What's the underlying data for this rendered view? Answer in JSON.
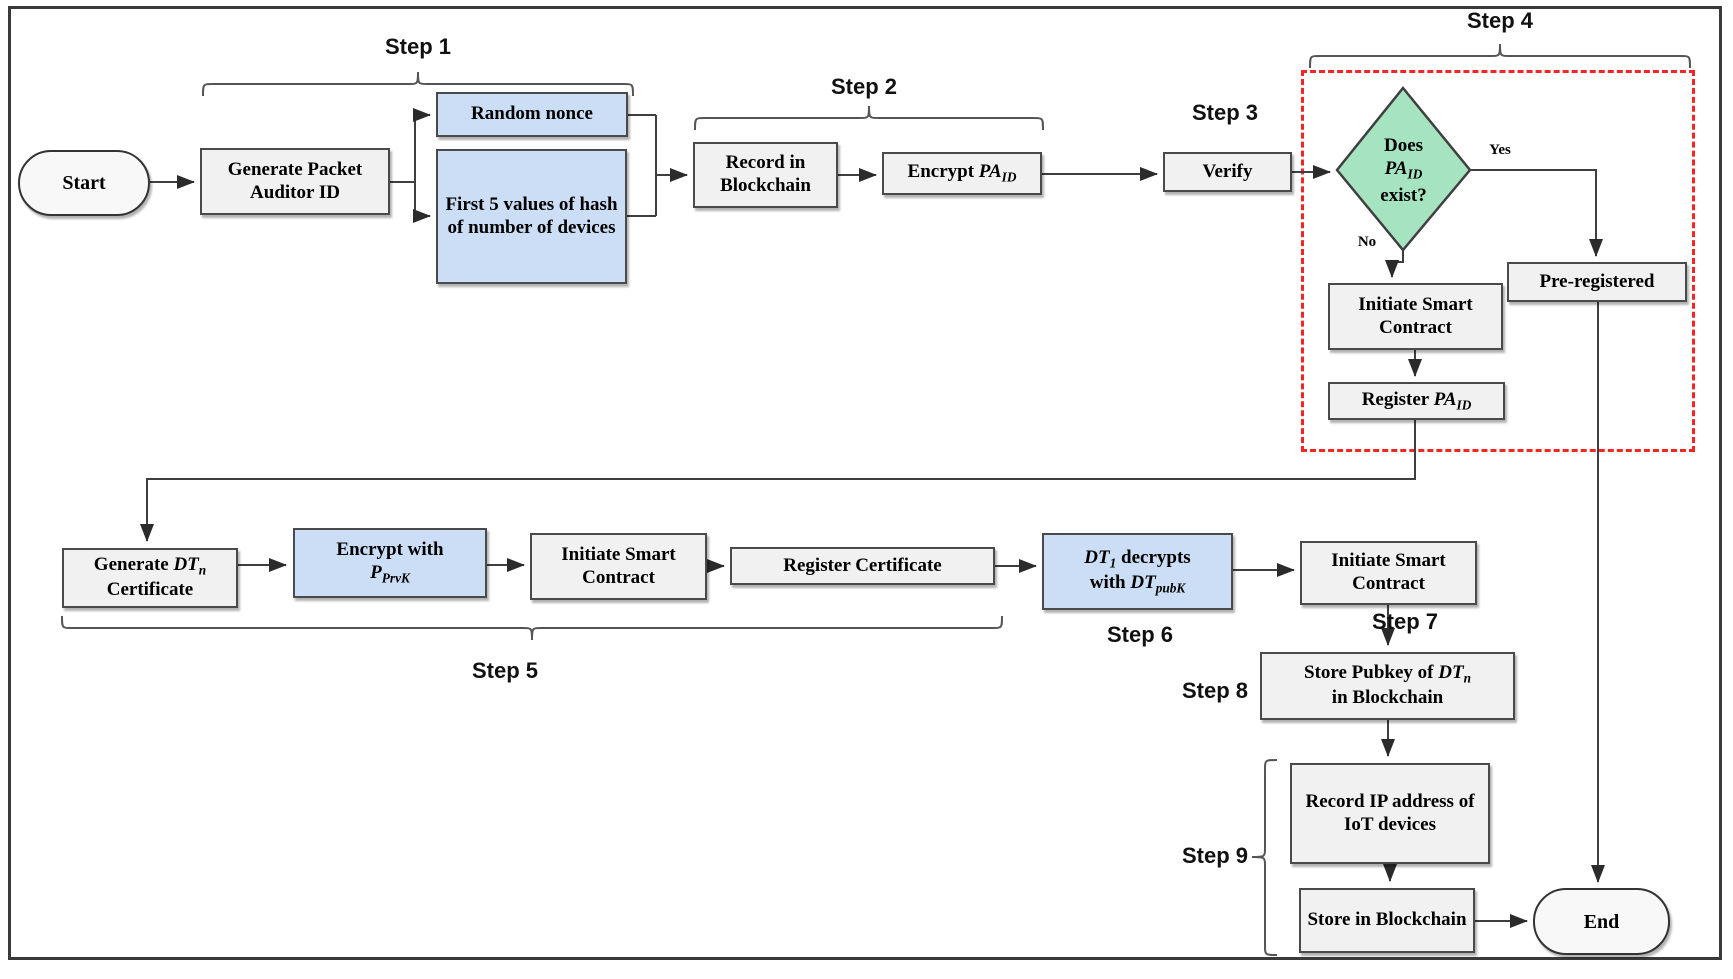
{
  "diagram": {
    "type": "flowchart",
    "colors": {
      "process_fill": "#f1f1f1",
      "emphasis_fill": "#cbdef5",
      "decision_fill": "#a6e4c1",
      "dashed_region_border": "#f42525",
      "node_border": "#4a4a4a",
      "line": "#3f3f3f"
    },
    "steps": {
      "s1": "Step 1",
      "s2": "Step 2",
      "s3": "Step 3",
      "s4": "Step 4",
      "s5": "Step 5",
      "s6": "Step 6",
      "s7": "Step 7",
      "s8": "Step 8",
      "s9": "Step 9"
    },
    "edge_labels": {
      "yes": "Yes",
      "no": "No"
    },
    "nodes": {
      "start": "Start",
      "generate_pa": "Generate Packet Auditor ID",
      "random_nonce": "Random nonce",
      "first_five": "First 5 values of hash of number of devices",
      "record_blockchain": "Record in Blockchain",
      "verify": "Verify",
      "pre_registered": "Pre-registered",
      "initiate_smart_contract": "Initiate Smart Contract",
      "register_certificate": "Register Certificate",
      "record_ip": "Record IP address of IoT devices",
      "store_in_blockchain": "Store in Blockchain",
      "end": "End"
    },
    "rich_nodes": {
      "encrypt_pa": [
        {
          "t": "Encrypt "
        },
        {
          "t": "PA",
          "v": true
        },
        {
          "t": "ID",
          "s": true
        }
      ],
      "decision": [
        {
          "t": "Does"
        },
        {
          "br": true
        },
        {
          "t": "PA",
          "v": true
        },
        {
          "t": "ID",
          "s": true
        },
        {
          "br": true
        },
        {
          "t": "exist?"
        }
      ],
      "register_pa": [
        {
          "t": "Register "
        },
        {
          "t": "PA",
          "v": true
        },
        {
          "t": "ID",
          "s": true
        }
      ],
      "generate_dt": [
        {
          "t": "Generate "
        },
        {
          "t": "DT",
          "v": true
        },
        {
          "t": "n",
          "s": true
        },
        {
          "br": true
        },
        {
          "t": "Certificate"
        }
      ],
      "encrypt_prvk": [
        {
          "t": "Encrypt with"
        },
        {
          "br": true
        },
        {
          "t": "P",
          "v": true
        },
        {
          "t": "PrvK",
          "s": true
        }
      ],
      "dt1_decrypts": [
        {
          "t": "DT",
          "v": true
        },
        {
          "t": "1",
          "s": true
        },
        {
          "t": " decrypts"
        },
        {
          "br": true
        },
        {
          "t": "with "
        },
        {
          "t": "DT",
          "v": true
        },
        {
          "t": "pubK",
          "s": true
        }
      ],
      "store_pubkey": [
        {
          "t": "Store Pubkey of "
        },
        {
          "t": "DT",
          "v": true
        },
        {
          "t": "n",
          "s": true
        },
        {
          "br": true
        },
        {
          "t": "in Blockchain"
        }
      ]
    },
    "edges": [
      {
        "from": "start",
        "to": "generate_pa"
      },
      {
        "from": "generate_pa",
        "to": "random_nonce"
      },
      {
        "from": "generate_pa",
        "to": "first_five"
      },
      {
        "from": "random_nonce",
        "to": "record_blockchain"
      },
      {
        "from": "first_five",
        "to": "record_blockchain"
      },
      {
        "from": "record_blockchain",
        "to": "encrypt_pa"
      },
      {
        "from": "encrypt_pa",
        "to": "verify"
      },
      {
        "from": "verify",
        "to": "decision"
      },
      {
        "from": "decision",
        "to": "pre_registered",
        "label": "Yes"
      },
      {
        "from": "decision",
        "to": "initiate_smart_contract_1",
        "label": "No"
      },
      {
        "from": "initiate_smart_contract_1",
        "to": "register_pa"
      },
      {
        "from": "register_pa",
        "to": "generate_dt"
      },
      {
        "from": "generate_dt",
        "to": "encrypt_prvk"
      },
      {
        "from": "encrypt_prvk",
        "to": "initiate_smart_contract_2"
      },
      {
        "from": "initiate_smart_contract_2",
        "to": "register_certificate"
      },
      {
        "from": "register_certificate",
        "to": "dt1_decrypts"
      },
      {
        "from": "dt1_decrypts",
        "to": "initiate_smart_contract_3"
      },
      {
        "from": "initiate_smart_contract_3",
        "to": "store_pubkey"
      },
      {
        "from": "store_pubkey",
        "to": "record_ip"
      },
      {
        "from": "record_ip",
        "to": "store_in_blockchain"
      },
      {
        "from": "store_in_blockchain",
        "to": "end"
      },
      {
        "from": "pre_registered",
        "to": "end"
      }
    ]
  }
}
